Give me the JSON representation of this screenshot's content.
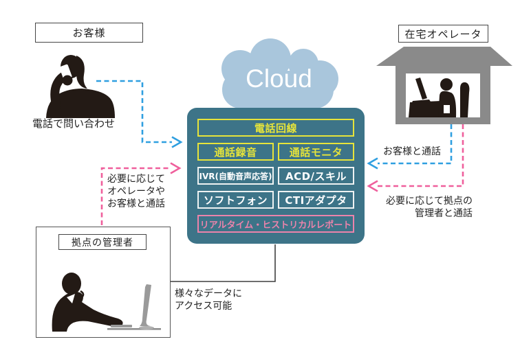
{
  "cloud": {
    "label": "Cloud"
  },
  "actors": {
    "customer_label": "お客様",
    "home_operator_label": "在宅オペレータ",
    "site_manager_label": "拠点の管理者"
  },
  "platform": {
    "phone_line": "電話回線",
    "call_recording": "通話録音",
    "call_monitor": "通話モニタ",
    "ivr": "IVR(自動音声応答)",
    "acd_skill": "ACD/スキル",
    "softphone": "ソフトフォン",
    "cti_adapter": "CTIアダプタ",
    "report": "リアルタイム・ヒストリカルレポート"
  },
  "annotations": {
    "phone_inquiry": "電話で問い合わせ",
    "as_needed_left_1": "必要に応じて",
    "as_needed_left_2": "オペレータや",
    "as_needed_left_3": "お客様と通話",
    "talk_with_customer": "お客様と通話",
    "as_needed_right_1": "必要に応じて拠点の",
    "as_needed_right_2": "管理者と通話",
    "data_access_1": "様々なデータに",
    "data_access_2": "アクセス可能"
  },
  "colors": {
    "panel_teal": "#3d7488",
    "box_yellow": "#e7e43a",
    "box_white": "#eef2f2",
    "box_pink": "#ec83ab",
    "arrow_blue": "#2f9fe0",
    "arrow_pink": "#ef5f9c",
    "cloud_blue": "#a9c6dc",
    "house_gray": "#8a8a8a",
    "silhouette": "#231a15"
  }
}
